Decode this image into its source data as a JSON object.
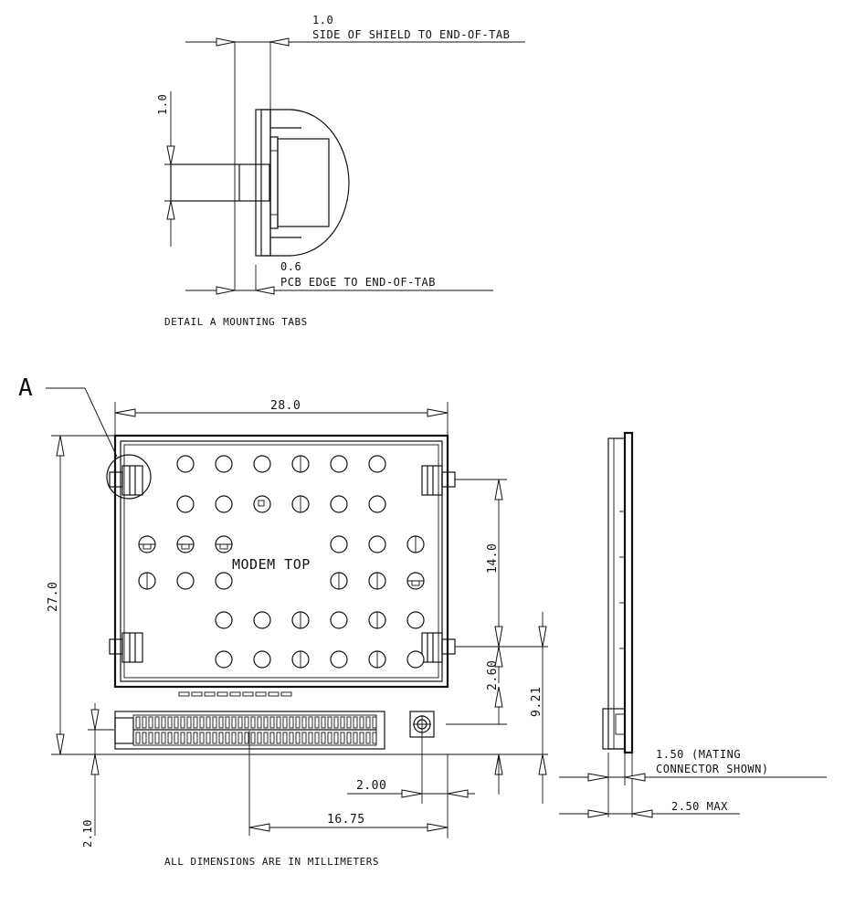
{
  "detail": {
    "top_dim_value": "1.0",
    "top_dim_label": "SIDE OF SHIELD TO END-OF-TAB",
    "left_dim_value": "1.0",
    "bottom_dim_value": "0.6",
    "bottom_dim_label": "PCB EDGE TO END-OF-TAB",
    "caption": "DETAIL A MOUNTING TABS"
  },
  "main_view": {
    "callout": "A",
    "board_label": "MODEM TOP",
    "width_dim": "28.0",
    "height_dim": "27.0",
    "tab_spacing_dim": "14.0",
    "tab_to_edge_dim": "2.60",
    "tab_to_hole_dim": "9.21",
    "hole_offset_dim": "2.00",
    "connector_offset_dim": "16.75",
    "connector_inset_dim": "2.10"
  },
  "side_view": {
    "mating_dim_value": "1.50",
    "mating_dim_label_1": "(MATING",
    "mating_dim_label_2": "CONNECTOR SHOWN)",
    "thickness_dim": "2.50 MAX"
  },
  "footer": {
    "note": "ALL DIMENSIONS ARE IN MILLIMETERS"
  }
}
